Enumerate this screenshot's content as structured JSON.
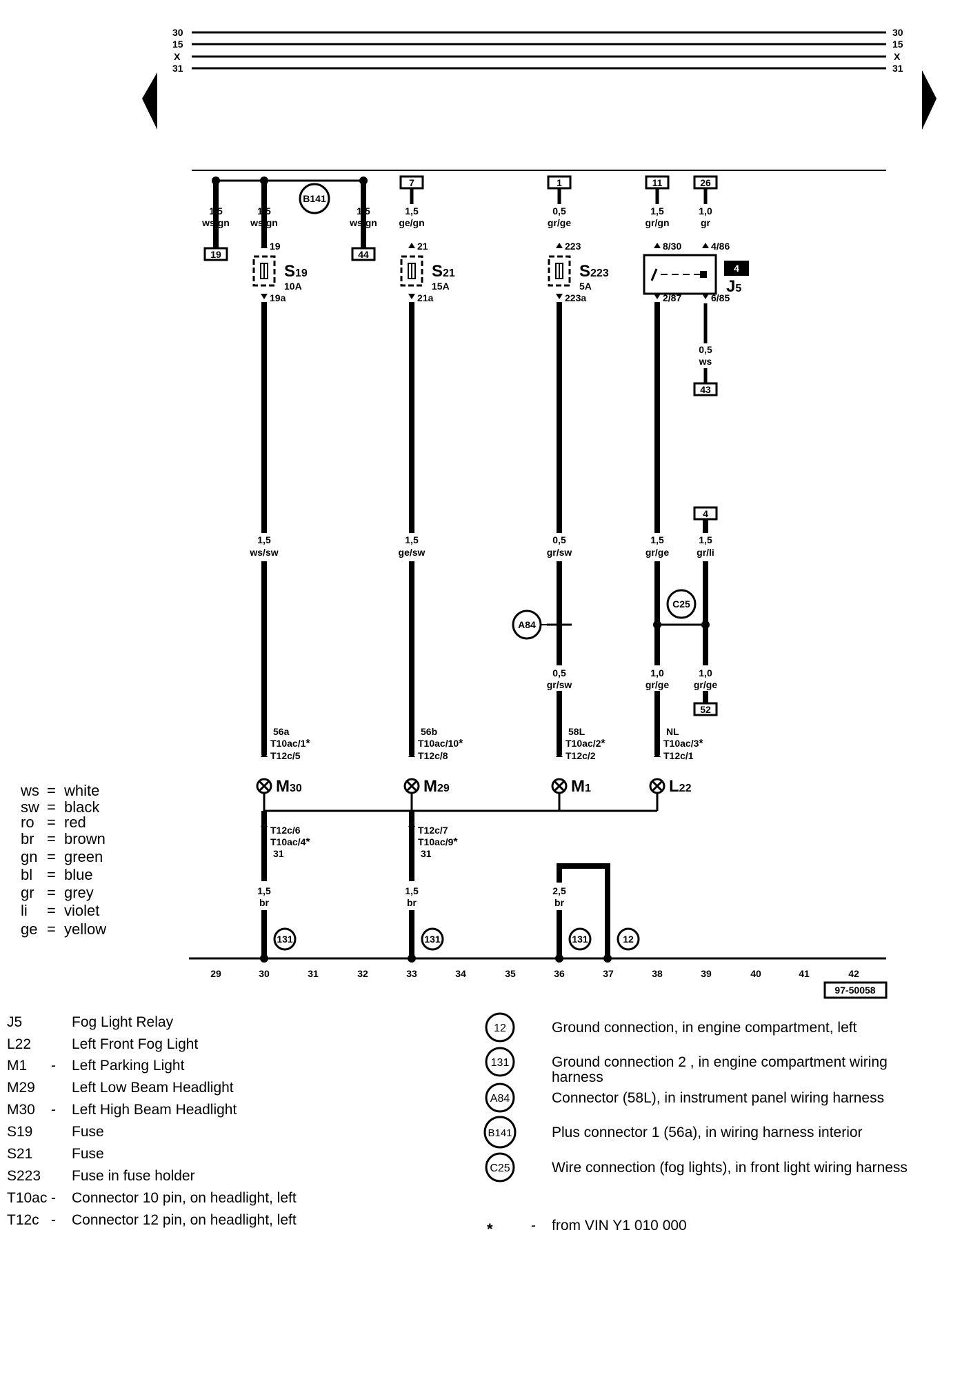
{
  "top_rails": [
    {
      "left": "30",
      "right": "30"
    },
    {
      "left": "15",
      "right": "15"
    },
    {
      "left": "X",
      "right": "X"
    },
    {
      "left": "31",
      "right": "31"
    }
  ],
  "wires_top": [
    {
      "size": "1,5",
      "color": "ws/gn"
    },
    {
      "size": "1,5",
      "color": "ws/gn"
    },
    {
      "size": "1,5",
      "color": "ws/gn"
    },
    {
      "size": "1,5",
      "color": "ge/gn"
    },
    {
      "size": "0,5",
      "color": "gr/ge"
    },
    {
      "size": "1,5",
      "color": "gr/gn"
    },
    {
      "size": "1,0",
      "color": "gr"
    }
  ],
  "boxes": {
    "b7": "7",
    "b1": "1",
    "b11": "11",
    "b26": "26",
    "b19": "19",
    "b44": "44",
    "b43": "43",
    "b4": "4",
    "b52": "52"
  },
  "b141": "B141",
  "fuses": [
    {
      "name": "S",
      "sub": "19",
      "rating": "10A",
      "in": "19",
      "out": "19a"
    },
    {
      "name": "S",
      "sub": "21",
      "rating": "15A",
      "in": "21",
      "out": "21a"
    },
    {
      "name": "S",
      "sub": "223",
      "rating": "5A",
      "in": "223",
      "out": "223a"
    }
  ],
  "relay": {
    "name": "J",
    "sub": "5",
    "pin_in1": "8/30",
    "pin_in2": "4/86",
    "pin_out1": "2/87",
    "pin_out2": "6/85",
    "tag": "4"
  },
  "relay_out_wire": {
    "size": "0,5",
    "color": "ws"
  },
  "mid_wires": [
    {
      "size": "1,5",
      "color": "ws/sw"
    },
    {
      "size": "1,5",
      "color": "ge/sw"
    },
    {
      "size": "0,5",
      "color": "gr/sw"
    },
    {
      "size": "1,5",
      "color": "gr/ge"
    },
    {
      "size": "1,5",
      "color": "gr/li"
    }
  ],
  "lower_wires": [
    {
      "size": "0,5",
      "color": "gr/sw"
    },
    {
      "size": "1,0",
      "color": "gr/ge"
    },
    {
      "size": "1,0",
      "color": "gr/ge"
    }
  ],
  "a84": "A84",
  "c25": "C25",
  "connectors_upper": [
    {
      "sig": "56a",
      "a": "T10ac/1",
      "b": "T12c/5"
    },
    {
      "sig": "56b",
      "a": "T10ac/10",
      "b": "T12c/8"
    },
    {
      "sig": "58L",
      "a": "T10ac/2",
      "b": "T12c/2"
    },
    {
      "sig": "NL",
      "a": "T10ac/3",
      "b": "T12c/1"
    }
  ],
  "star": "*",
  "lamps": [
    {
      "name": "M",
      "sub": "30"
    },
    {
      "name": "M",
      "sub": "29"
    },
    {
      "name": "M",
      "sub": "1"
    },
    {
      "name": "L",
      "sub": "22"
    }
  ],
  "connectors_lower": [
    {
      "a": "T12c/6",
      "b": "T10ac/4",
      "c": "31"
    },
    {
      "a": "T12c/7",
      "b": "T10ac/9",
      "c": "31"
    }
  ],
  "ground_wires": [
    {
      "size": "1,5",
      "color": "br"
    },
    {
      "size": "1,5",
      "color": "br"
    },
    {
      "size": "2,5",
      "color": "br"
    }
  ],
  "grounds": [
    "131",
    "131",
    "131",
    "12"
  ],
  "track_numbers": [
    "29",
    "30",
    "31",
    "32",
    "33",
    "34",
    "35",
    "36",
    "37",
    "38",
    "39",
    "40",
    "41",
    "42"
  ],
  "diagram_id": "97-50058",
  "color_legend": [
    {
      "code": "ws",
      "name": "white"
    },
    {
      "code": "sw",
      "name": "black"
    },
    {
      "code": "ro",
      "name": "red"
    },
    {
      "code": "br",
      "name": "brown"
    },
    {
      "code": "gn",
      "name": "green"
    },
    {
      "code": "bl",
      "name": "blue"
    },
    {
      "code": "gr",
      "name": "grey"
    },
    {
      "code": "li",
      "name": "violet"
    },
    {
      "code": "ge",
      "name": "yellow"
    }
  ],
  "components": [
    {
      "code": "J5",
      "dash": "",
      "desc": "Fog Light Relay"
    },
    {
      "code": "L22",
      "dash": "",
      "desc": "Left Front Fog Light"
    },
    {
      "code": "M1",
      "dash": "-",
      "desc": "Left Parking Light"
    },
    {
      "code": "M29",
      "dash": "",
      "desc": "Left Low Beam Headlight"
    },
    {
      "code": "M30",
      "dash": "-",
      "desc": "Left High Beam Headlight"
    },
    {
      "code": "S19",
      "dash": "",
      "desc": "Fuse"
    },
    {
      "code": "S21",
      "dash": "",
      "desc": "Fuse"
    },
    {
      "code": "S223",
      "dash": "",
      "desc": "Fuse in fuse holder"
    },
    {
      "code": "T10ac",
      "dash": "-",
      "desc": "Connector 10 pin, on headlight, left"
    },
    {
      "code": "T12c",
      "dash": "-",
      "desc": "Connector 12 pin, on headlight, left"
    }
  ],
  "connections": [
    {
      "code": "12",
      "desc": "Ground connection, in engine compartment, left"
    },
    {
      "code": "131",
      "desc": "Ground connection  2 , in engine compartment wiring",
      "desc2": "harness"
    },
    {
      "code": "A84",
      "desc": "Connector (58L), in instrument panel wiring harness"
    },
    {
      "code": "B141",
      "desc": "Plus connector  1  (56a), in wiring harness interior"
    },
    {
      "code": "C25",
      "desc": "Wire connection (fog lights), in front light wiring harness"
    }
  ],
  "footnote": {
    "symbol": "*",
    "dash": "-",
    "text": "from VIN Y1 010 000"
  }
}
